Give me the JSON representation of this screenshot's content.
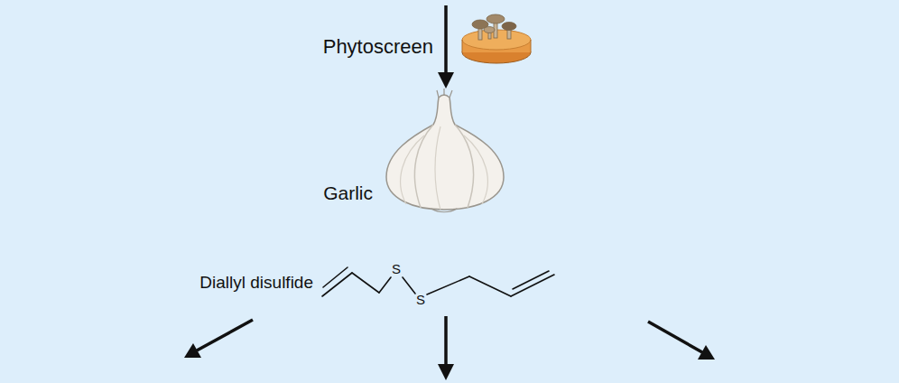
{
  "diagram": {
    "labels": [
      "Phytoscreen",
      "Garlic",
      "Diallyl disulfide",
      "S",
      "S"
    ]
  }
}
